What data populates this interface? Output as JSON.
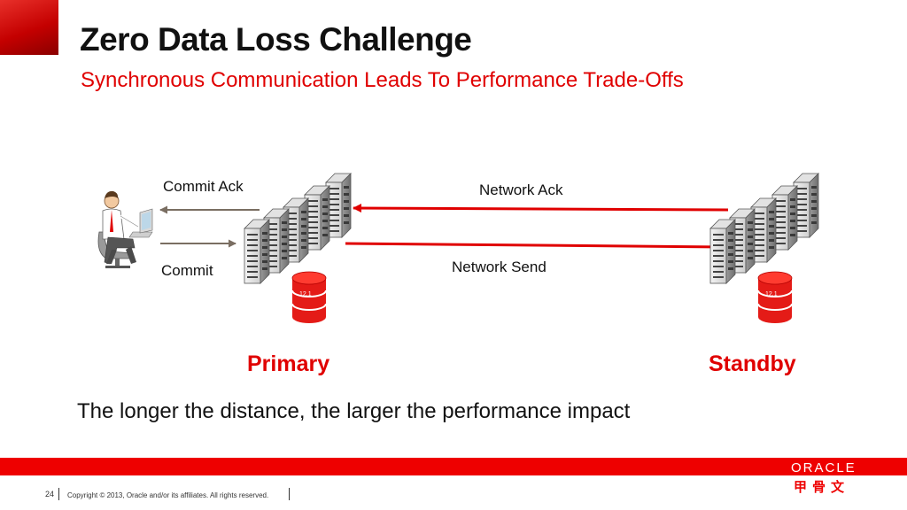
{
  "title": "Zero Data Loss Challenge",
  "subtitle": "Synchronous Communication Leads To Performance Trade-Offs",
  "diagram": {
    "commit_ack": "Commit Ack",
    "commit": "Commit",
    "network_ack": "Network Ack",
    "network_send": "Network Send",
    "primary": "Primary",
    "standby": "Standby",
    "db_label": "12.1"
  },
  "message": "The longer the distance, the larger the performance impact",
  "footer": {
    "slide_number": "24",
    "copyright": "Copyright © 2013, Oracle and/or its affiliates. All rights reserved.",
    "brand": "ORACLE",
    "brand_cn": "甲骨文"
  },
  "colors": {
    "accent": "#e00000",
    "footer_bar": "#ee0000"
  }
}
